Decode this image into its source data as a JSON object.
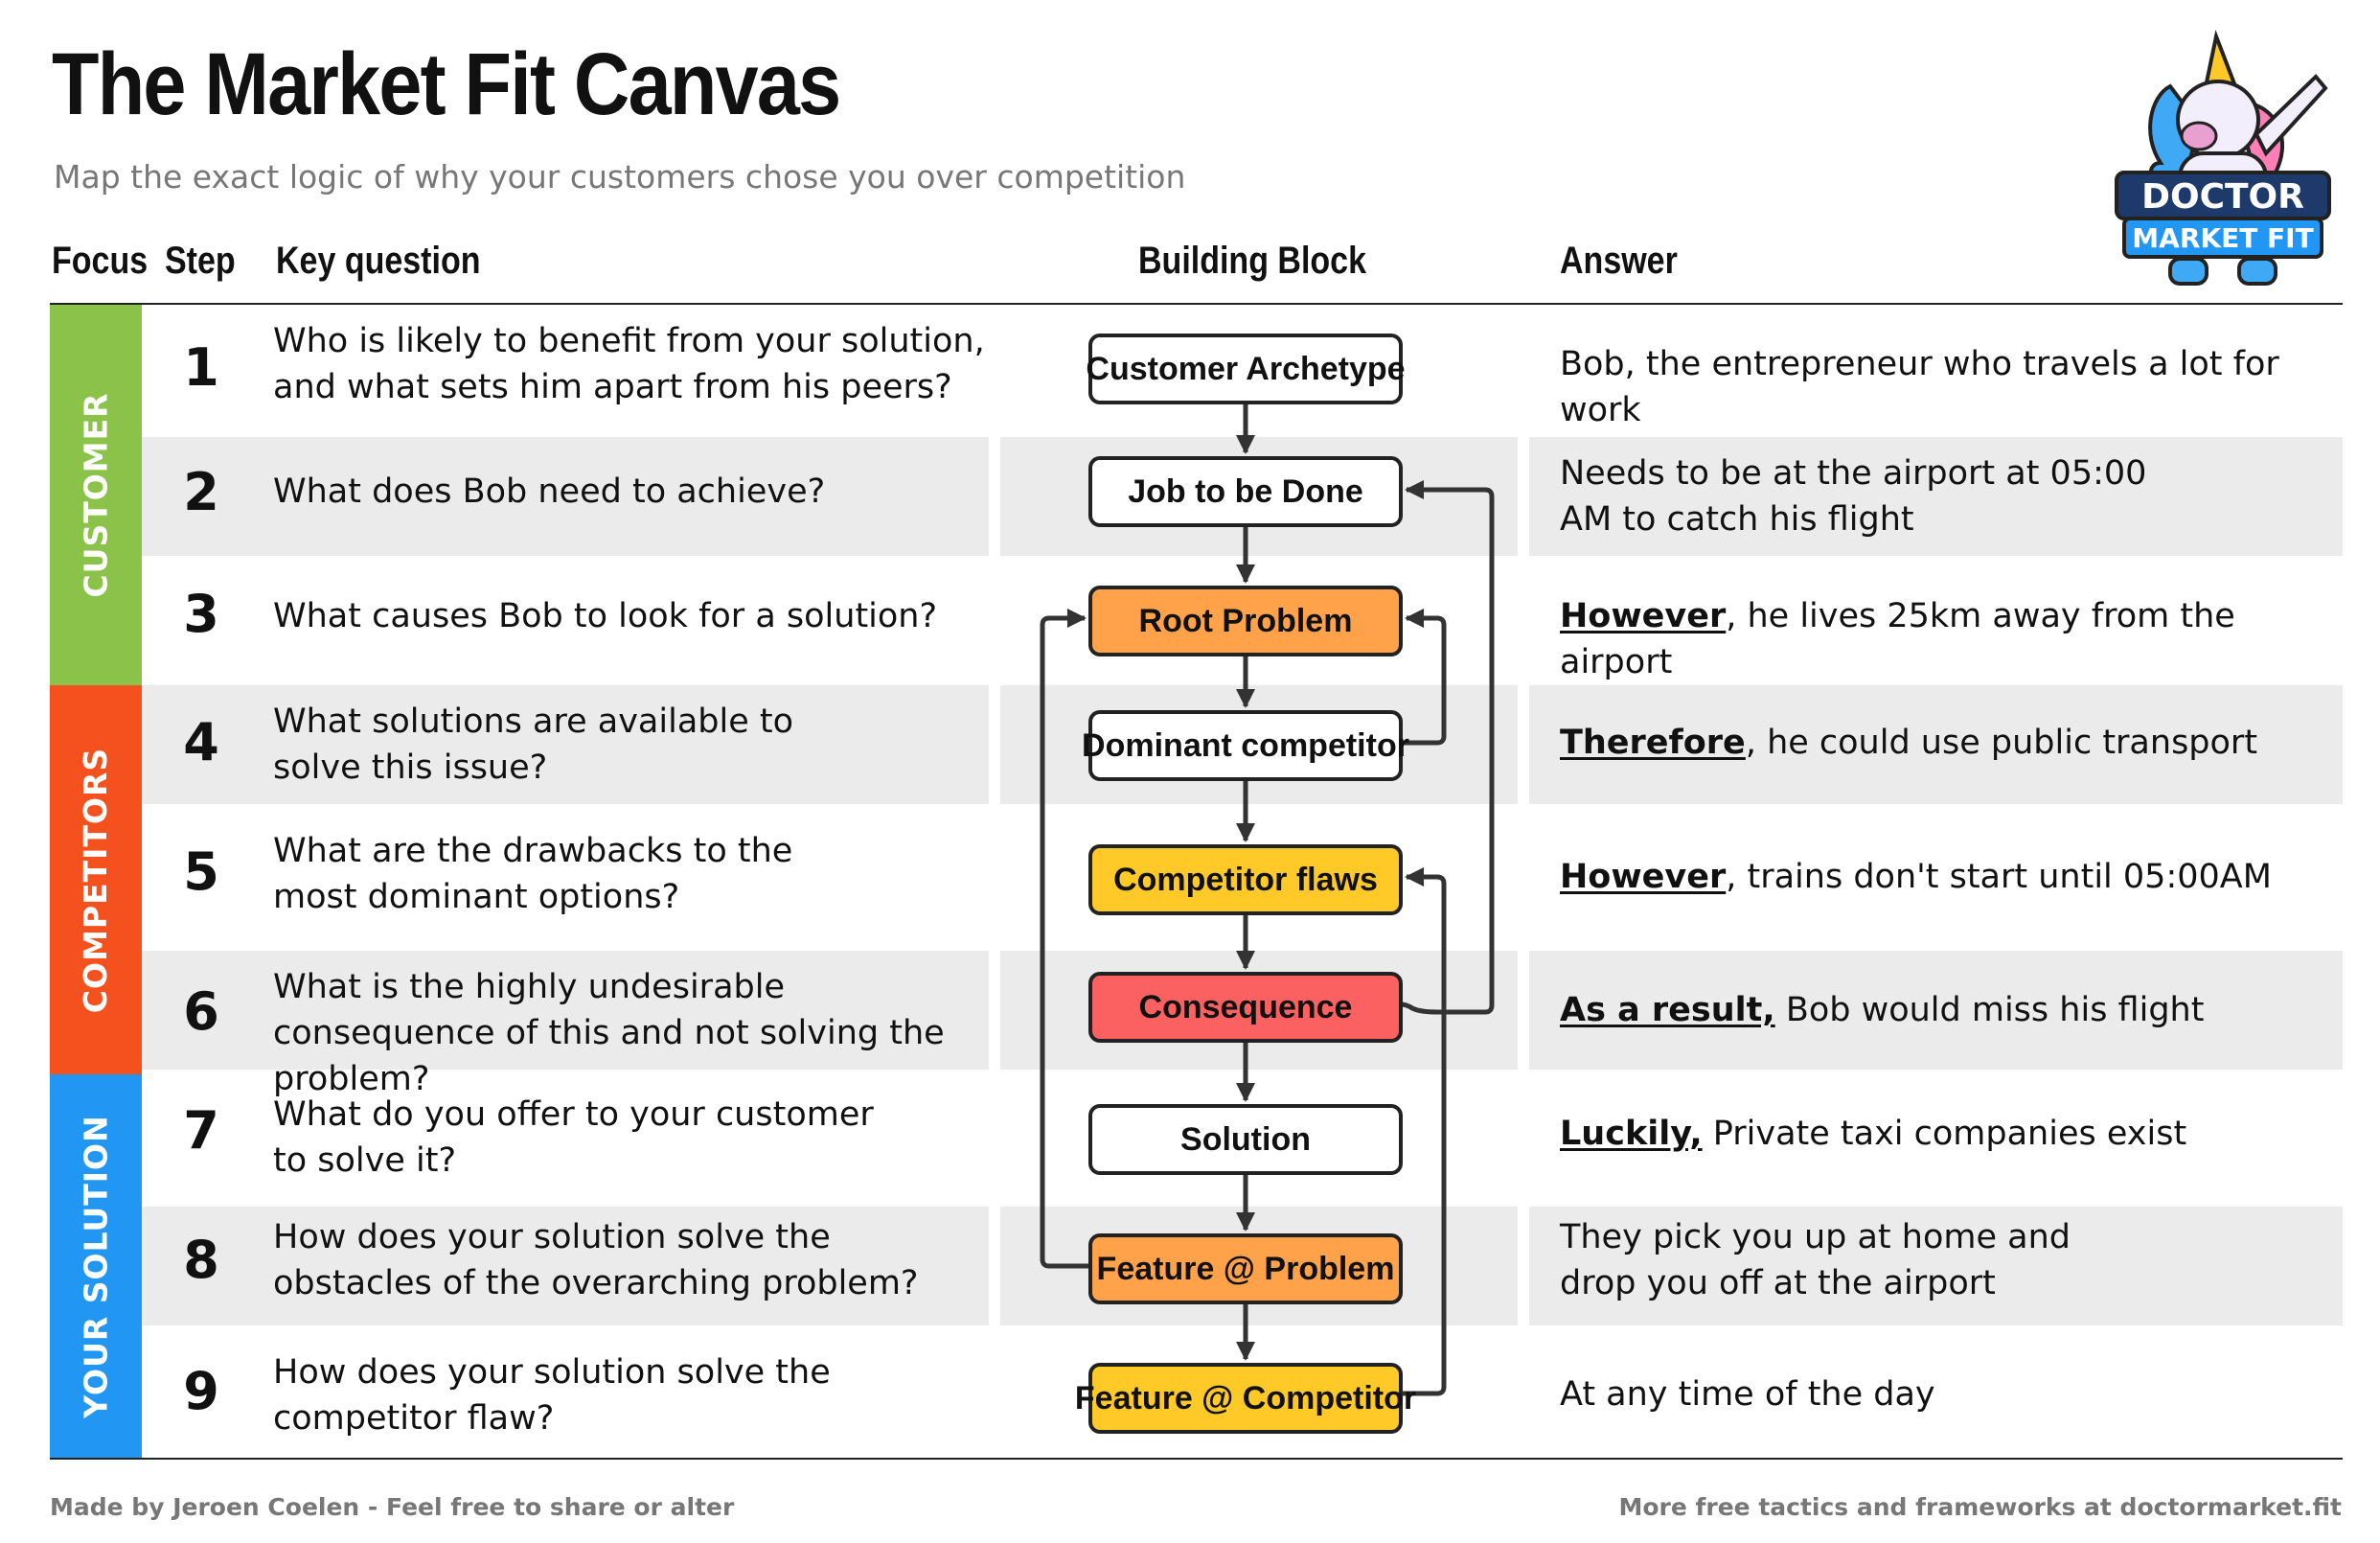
{
  "header": {
    "title": "The Market Fit Canvas",
    "subtitle": "Map the exact logic of why your customers chose you over competition"
  },
  "columns": {
    "focus": "Focus",
    "step": "Step",
    "question": "Key question",
    "block": "Building Block",
    "answer": "Answer"
  },
  "focus_groups": [
    {
      "label": "CUSTOMER",
      "color": "#8bc34a"
    },
    {
      "label": "COMPETITORS",
      "color": "#f4511e"
    },
    {
      "label": "YOUR SOLUTION",
      "color": "#2196f3"
    }
  ],
  "steps": [
    {
      "num": "1",
      "question": "Who is likely to benefit from your solution, and what sets him apart from his peers?",
      "block": "Customer Archetype",
      "block_color": "#ffffff",
      "answer_lead": "",
      "answer_rest": "Bob, the entrepreneur who travels a lot for work"
    },
    {
      "num": "2",
      "question": "What does Bob need to achieve?",
      "block": "Job to be Done",
      "block_color": "#ffffff",
      "answer_lead": "",
      "answer_rest": "Needs to be at the airport at 05:00 AM to catch his flight"
    },
    {
      "num": "3",
      "question": "What causes Bob to look for a solution?",
      "block": "Root Problem",
      "block_color": "#ffa24a",
      "answer_lead": "However",
      "answer_rest": ", he lives 25km away from the airport"
    },
    {
      "num": "4",
      "question": "What solutions are available to solve this issue?",
      "block": "Dominant competitor",
      "block_color": "#ffffff",
      "answer_lead": "Therefore",
      "answer_rest": ", he could use public transport"
    },
    {
      "num": "5",
      "question": "What are the drawbacks to the most dominant options?",
      "block": "Competitor flaws",
      "block_color": "#ffc928",
      "answer_lead": "However",
      "answer_rest": ", trains don't start until 05:00AM"
    },
    {
      "num": "6",
      "question": "What is the highly undesirable consequence of this and not solving the problem?",
      "block": "Consequence",
      "block_color": "#fc6162",
      "answer_lead": "As a result,",
      "answer_rest": " Bob would miss his flight"
    },
    {
      "num": "7",
      "question": "What do you offer to your customer to solve it?",
      "block": "Solution",
      "block_color": "#ffffff",
      "answer_lead": "Luckily,",
      "answer_rest": " Private taxi companies exist"
    },
    {
      "num": "8",
      "question": "How does your solution solve the obstacles of the overarching problem?",
      "block": "Feature @ Problem",
      "block_color": "#ffa24a",
      "answer_lead": "",
      "answer_rest": "They pick you up at home and drop you off at the airport"
    },
    {
      "num": "9",
      "question": "How does your solution solve the competitor flaw?",
      "block": "Feature @ Competitor",
      "block_color": "#ffc928",
      "answer_lead": "",
      "answer_rest": "At any time of the day"
    }
  ],
  "logo": {
    "line1": "DOCTOR",
    "line2": "MARKET FIT"
  },
  "footer": {
    "left": "Made by Jeroen Coelen - Feel free to share or alter",
    "right": "More free tactics and frameworks at doctormarket.fit"
  }
}
